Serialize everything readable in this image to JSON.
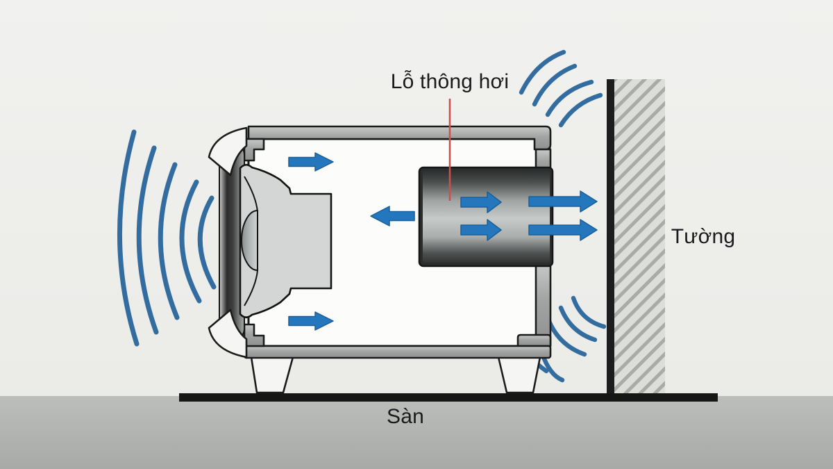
{
  "diagram": {
    "title_context": "bass-reflex speaker near wall cross-section",
    "labels": {
      "vent": "Lỗ thông hơi",
      "wall": "Tường",
      "floor": "Sàn"
    },
    "colors": {
      "arrow-blue": "#2577bd",
      "wave-blue": "#336d9f",
      "pointer-red": "#c8524e",
      "wall-hatch": "#a9aba7",
      "wall-base": "#dcdeda",
      "floor-gray": "#b9bbb8",
      "outline-dark": "#1b1b1b"
    }
  }
}
